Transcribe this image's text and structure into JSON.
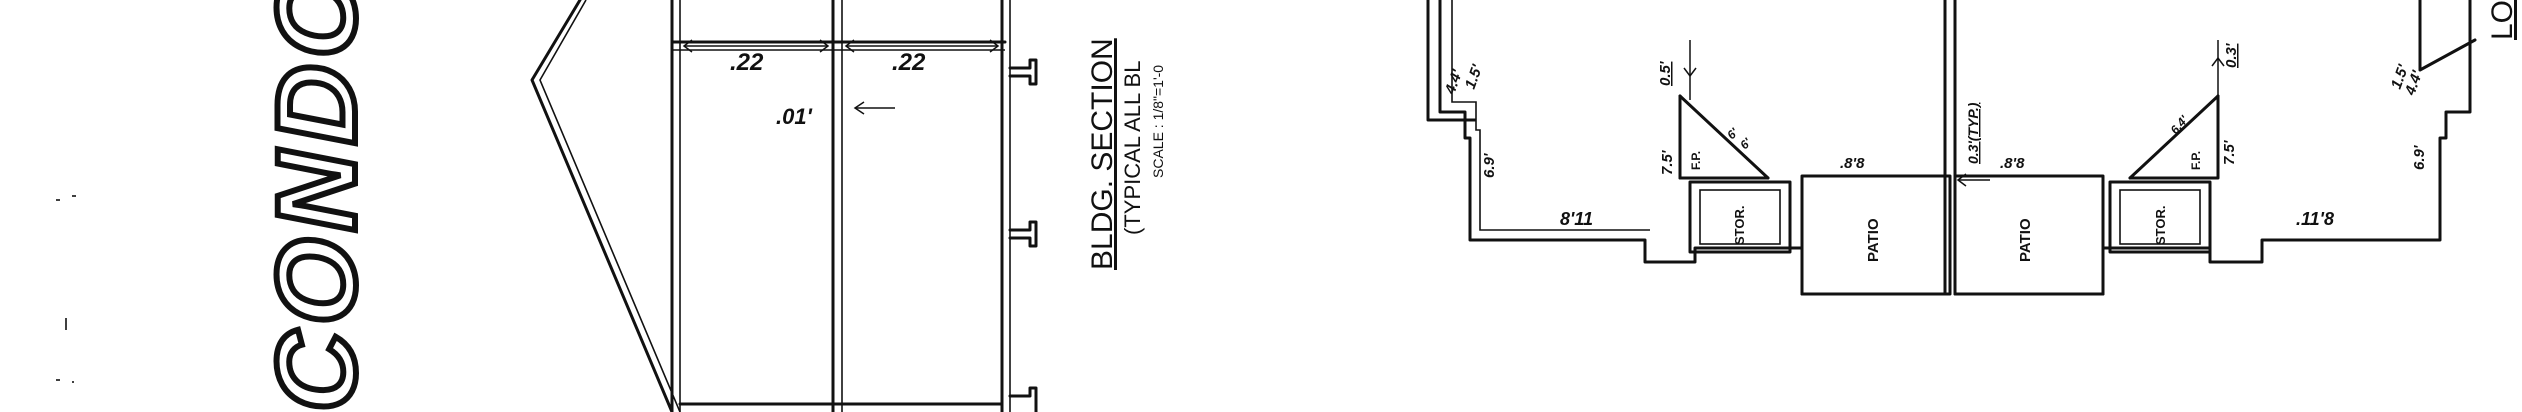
{
  "title_fragment": "CONDO",
  "section": {
    "title": "BLDG. SECTION",
    "subtitle": "(TYPICAL ALL BL",
    "scale": "SCALE : 1/8\"=1'-0"
  },
  "section_dims": {
    "width_left": ".22",
    "width_right": ".22",
    "height": ".01'"
  },
  "rooms": {
    "patio_left": "PATIO",
    "patio_right": "PATIO",
    "stor_left": "STOR.",
    "stor_right": "STOR.",
    "fp_left": "F.P.",
    "fp_right": "F.P."
  },
  "plan_dims": {
    "wall_left": "4.4'",
    "wall_left_b": "1.5'",
    "wall_right": "4.4'",
    "wall_right_b": "1.5'",
    "left_69": "6.9'",
    "right_69": "6.9'",
    "left_75": "7.5'",
    "right_75": "7.5'",
    "bottom_left": "8'11",
    "bottom_right": ".11'8",
    "left_05": "0.5'",
    "right_03": "0.3'",
    "typ_center": "0.3'(TYP.)",
    "patio_l_dim": ".8'8",
    "patio_r_dim": ".8'8",
    "fp_l_a": "6'",
    "fp_l_b": "6'",
    "fp_r": "6.4'"
  },
  "label_edge": "LO"
}
